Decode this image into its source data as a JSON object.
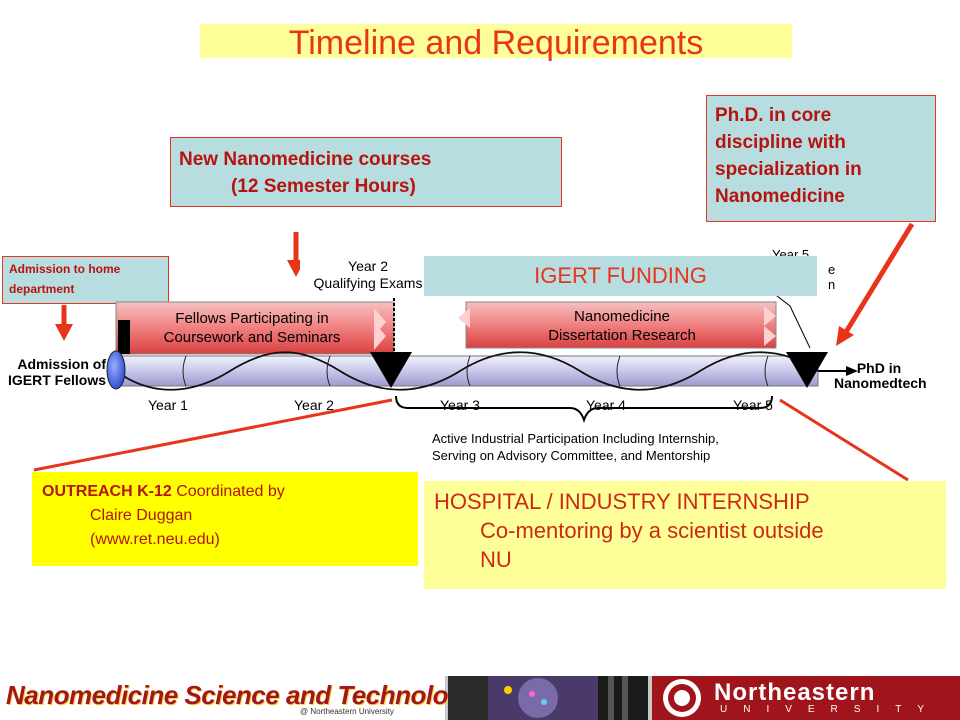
{
  "title": "Timeline and Requirements",
  "courses": {
    "line1": "New Nanomedicine  courses",
    "line2": "(12 Semester Hours)"
  },
  "phd_box": [
    "Ph.D. in core",
    "discipline with",
    "specialization in",
    "Nanomedicine"
  ],
  "admission_box": [
    "Admission to home",
    "department"
  ],
  "funding": "IGERT FUNDING",
  "timeline": {
    "start_label": [
      "Admission of",
      "IGERT Fellows"
    ],
    "end_label": [
      "PhD in",
      "Nanomedtech"
    ],
    "year2_exam": [
      "Year 2",
      "Qualifying Exams"
    ],
    "year5_partial": [
      "Year 5",
      "e",
      "n"
    ],
    "bar_coursework": [
      "Fellows Participating in",
      "Coursework and Seminars"
    ],
    "bar_research": [
      "Nanomedicine",
      "Dissertation Research"
    ],
    "years": [
      "Year 1",
      "Year 2",
      "Year 3",
      "Year 4",
      "Year 5"
    ],
    "participation": [
      "Active Industrial Participation Including Internship,",
      "Serving on Advisory Committee, and Mentorship"
    ]
  },
  "outreach": {
    "bold": "OUTREACH K-12",
    "rest": " Coordinated by",
    "line2": "Claire Duggan",
    "line3": "(www.ret.neu.edu)"
  },
  "hospital": {
    "line1": "HOSPITAL / INDUSTRY INTERNSHIP",
    "line2": "Co-mentoring by a scientist outside",
    "line3": "NU"
  },
  "footer": {
    "igert_logo": "Nanomedicine Science and Technology",
    "igert_sub": "@ Northeastern University",
    "neu_name": "Northeastern",
    "neu_sub": "UNIVERSITY"
  },
  "colors": {
    "accent": "#e8341b",
    "box_fill": "#b8dde0",
    "yellow": "#ffff00",
    "light_yellow": "#ffff99"
  }
}
